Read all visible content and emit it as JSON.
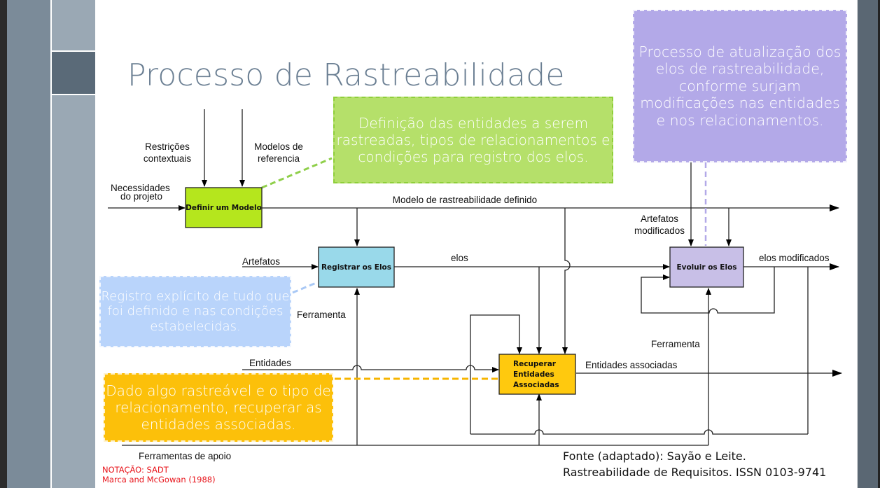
{
  "slide": {
    "title": "Processo de Rastreabilidade"
  },
  "diagram": {
    "boxes": {
      "definir_modelo": {
        "label": "Definir um Modelo",
        "color": "#b5e61d"
      },
      "registrar_elos": {
        "label": "Registrar os Elos",
        "color": "#99d9ea"
      },
      "evoluir_elos": {
        "label": "Evoluir os Elos",
        "color": "#c8bfe7"
      },
      "recuperar_entidades": {
        "label_lines": [
          "Recuperar",
          "Entidades",
          "Associadas"
        ],
        "color": "#ffc90e"
      }
    },
    "arrow_labels": {
      "restricoes": [
        "Restrições",
        "contextuais"
      ],
      "modelos_ref": [
        "Modelos de",
        "referencia"
      ],
      "necessidades": [
        "Necessidades",
        "do projeto"
      ],
      "modelo_definido": "Modelo de rastreabilidade definido",
      "artefatos_modificados": [
        "Artefatos",
        "modificados"
      ],
      "artefatos": "Artefatos",
      "elos": "elos",
      "elos_modificados": "elos modificados",
      "ferramenta_registrar": "Ferramenta",
      "ferramenta_evoluir": "Ferramenta",
      "entidades": "Entidades",
      "entidades_associadas": "Entidades associadas",
      "ferramentas_apoio": "Ferramentas de apoio"
    },
    "notation_color": "#e8141b"
  },
  "callouts": {
    "green": {
      "text": "Definição das entidades a serem rastreadas, tipos de relacionamentos e condições para registro dos elos.",
      "color": "#b5e06a"
    },
    "purple": {
      "text": "Processo de atualização dos elos de rastreabilidade, conforme surjam modificações nas entidades e nos relacionamentos.",
      "color": "#b3a9e8"
    },
    "blue": {
      "text": "Registro explícito de tudo que foi definido e nas condições estabelecidas.",
      "color": "#b9d4fb"
    },
    "orange": {
      "text": "Dado algo rastreável e o tipo de relacionamento, recuperar as entidades associadas.",
      "color": "#fcc00a"
    }
  },
  "footer": {
    "source_line1": "Fonte (adaptado): Sayão e Leite.",
    "source_line2": "Rastreabilidade de Requisitos. ISSN 0103-9741",
    "notation_line1": "NOTAÇÃO: SADT",
    "notation_line2": "Marca and McGowan (1988)"
  }
}
